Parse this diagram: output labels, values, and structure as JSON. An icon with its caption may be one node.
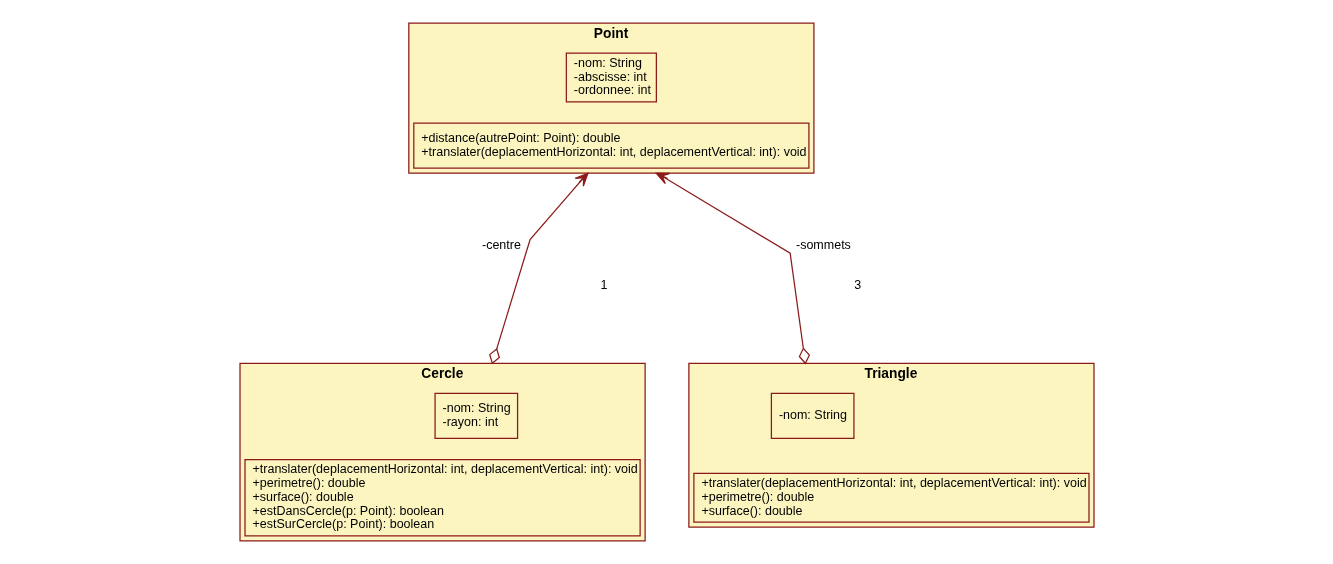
{
  "diagram": {
    "nodes": [
      {
        "text": [
          "Point"
        ]
      },
      {
        "text": [
          "-nom: String",
          "-abscisse: int",
          "-ordonnee: int"
        ],
        "in": 0
      },
      {
        "text": [
          "+distance(autrePoint: Point): double",
          "+translater(deplacementHorizontal: int, deplacementVertical: int): void"
        ],
        "in": 0
      },
      {
        "text": [
          "Cercle"
        ]
      },
      {
        "text": [
          "-nom: String",
          "-rayon: int"
        ],
        "in": 3
      },
      {
        "text": [
          "+translater(deplacementHorizontal: int, deplacementVertical: int): void",
          "+perimetre(): double",
          "+surface(): double",
          "+estDansCercle(p: Point): boolean",
          "+estSurCercle(p: Point): boolean"
        ],
        "in": 3
      },
      {
        "text": [
          "Triangle"
        ]
      },
      {
        "text": [
          "-nom: String"
        ],
        "in": 6
      },
      {
        "text": [
          "+translater(deplacementHorizontal: int, deplacementVertical: int): void",
          "+perimetre(): double",
          "+surface(): double"
        ],
        "in": 6
      }
    ],
    "edges": [
      {
        "from": 3,
        "to": 0,
        "arrow": "to",
        "label": "-centre"
      },
      {
        "from": 6,
        "to": 0,
        "arrow": "to",
        "label": "-sommets"
      }
    ],
    "labels": [
      "1",
      "3"
    ]
  }
}
